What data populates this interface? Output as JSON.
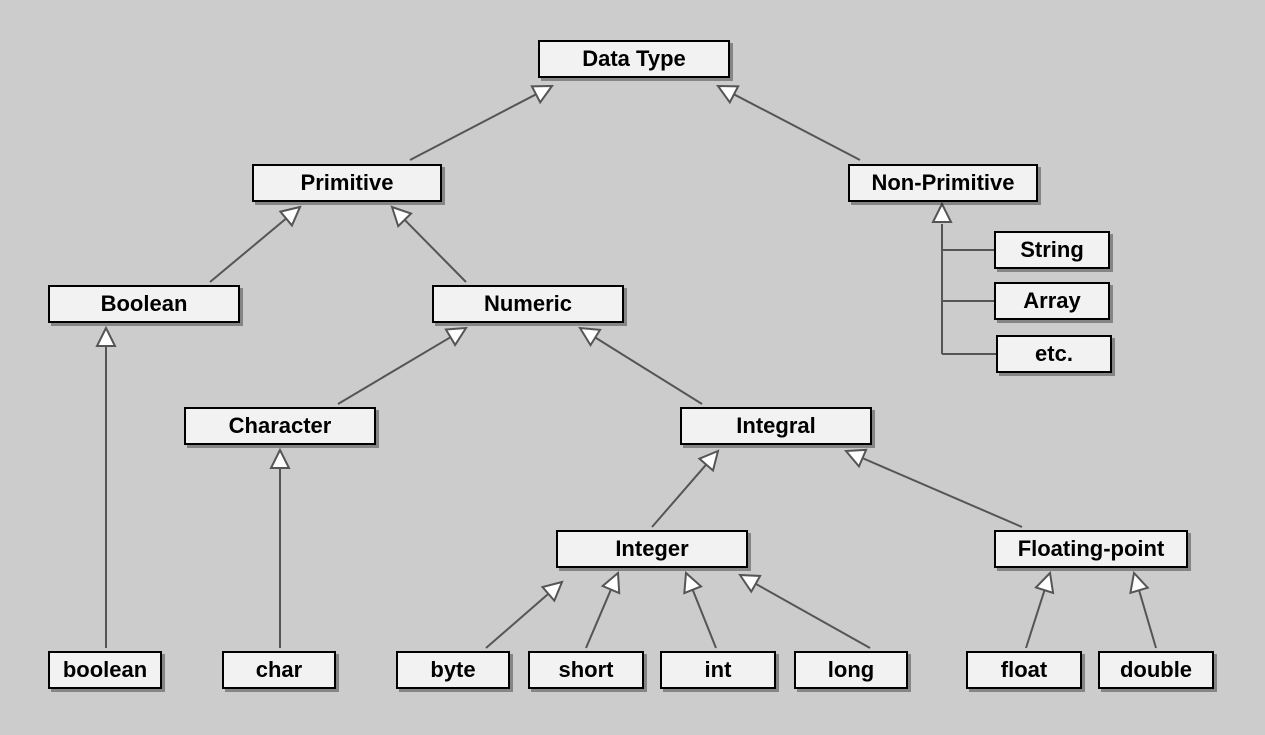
{
  "colors": {
    "background": "#cccccc",
    "box_fill": "#f2f2f2",
    "box_border": "#000000",
    "connector": "#555555"
  },
  "nodes": {
    "data_type": "Data Type",
    "primitive": "Primitive",
    "non_primitive": "Non-Primitive",
    "boolean_group": "Boolean",
    "numeric": "Numeric",
    "character": "Character",
    "integral": "Integral",
    "integer": "Integer",
    "floating_point": "Floating-point",
    "string": "String",
    "array": "Array",
    "etc": "etc.",
    "boolean": "boolean",
    "char": "char",
    "byte": "byte",
    "short": "short",
    "int": "int",
    "long": "long",
    "float": "float",
    "double": "double"
  },
  "edges": [
    {
      "from": "primitive",
      "to": "data_type"
    },
    {
      "from": "non_primitive",
      "to": "data_type"
    },
    {
      "from": "boolean_group",
      "to": "primitive"
    },
    {
      "from": "numeric",
      "to": "primitive"
    },
    {
      "from": "character",
      "to": "numeric"
    },
    {
      "from": "integral",
      "to": "numeric"
    },
    {
      "from": "integer",
      "to": "integral"
    },
    {
      "from": "floating_point",
      "to": "integral"
    },
    {
      "from": "boolean",
      "to": "boolean_group"
    },
    {
      "from": "char",
      "to": "character"
    },
    {
      "from": "byte",
      "to": "integer"
    },
    {
      "from": "short",
      "to": "integer"
    },
    {
      "from": "int",
      "to": "integer"
    },
    {
      "from": "long",
      "to": "integer"
    },
    {
      "from": "float",
      "to": "floating_point"
    },
    {
      "from": "double",
      "to": "floating_point"
    },
    {
      "from": "string",
      "to": "non_primitive"
    },
    {
      "from": "array",
      "to": "non_primitive"
    },
    {
      "from": "etc",
      "to": "non_primitive"
    }
  ]
}
